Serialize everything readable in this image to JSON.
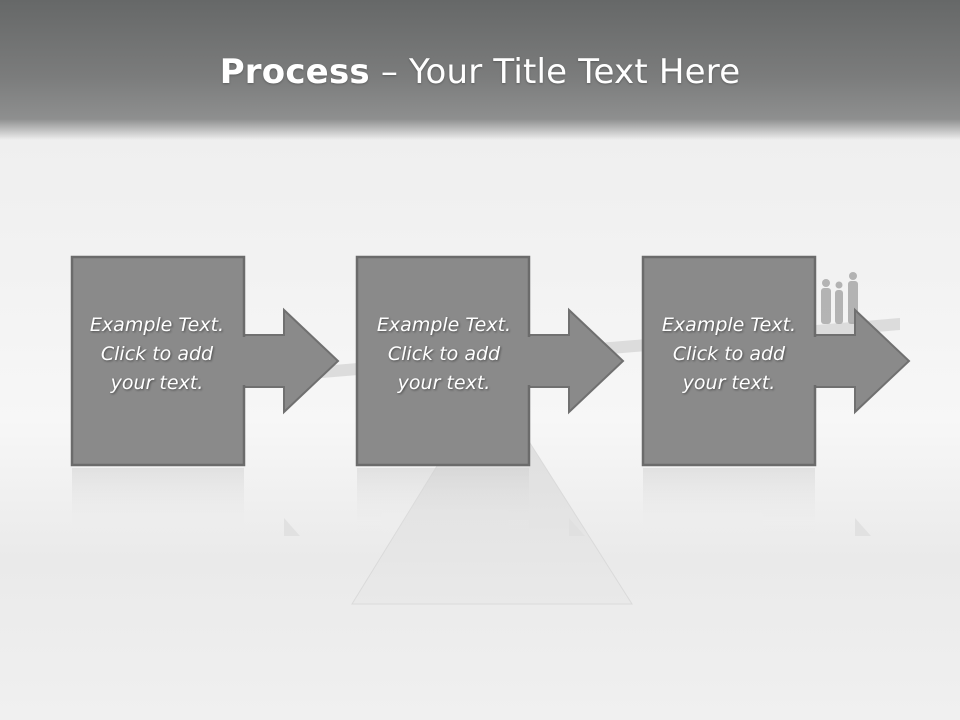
{
  "slide": {
    "title_bold": "Process",
    "title_rest": " – Your Title Text Here"
  },
  "steps": [
    {
      "lines": [
        "Example Text.",
        "Click  to add",
        "your text."
      ]
    },
    {
      "lines": [
        "Example Text.",
        "Click  to add",
        "your text."
      ]
    },
    {
      "lines": [
        "Example Text.",
        "Click  to add",
        "your text."
      ]
    }
  ],
  "colors": {
    "box_fill": "#8a8a8a",
    "box_border": "#6b6b6b",
    "title_text": "#ffffff"
  }
}
